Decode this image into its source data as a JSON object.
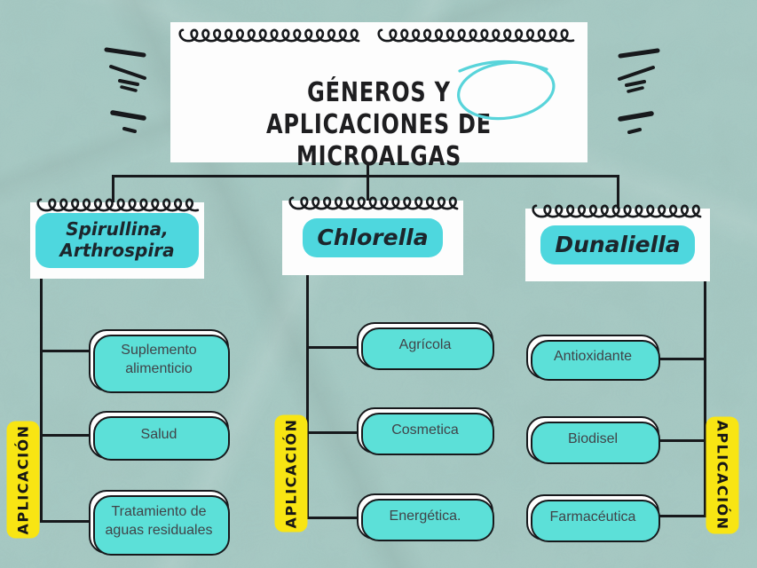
{
  "page": {
    "title_line1": "GÉNEROS Y APLICACIONES DE",
    "title_line2": "MICROALGAS"
  },
  "branches": [
    {
      "name": "Spirullina, Arthrospira",
      "application_label": "APLICACIÓN",
      "items": [
        "Suplemento alimenticio",
        "Salud",
        "Tratamiento de aguas residuales"
      ]
    },
    {
      "name": "Chlorella",
      "application_label": "APLICACIÓN",
      "items": [
        "Agrícola",
        "Cosmetica",
        "Energética."
      ]
    },
    {
      "name": "Dunaliella",
      "application_label": "APLICACIÓN",
      "items": [
        "Antioxidante",
        "Biodisel",
        "Farmacéutica"
      ]
    }
  ],
  "colors": {
    "background": "#a4c8c2",
    "highlight_cyan": "#4ed7de",
    "shadow_cyan": "#5ce0d8",
    "label_yellow": "#f8e513",
    "line_black": "#17191c"
  }
}
